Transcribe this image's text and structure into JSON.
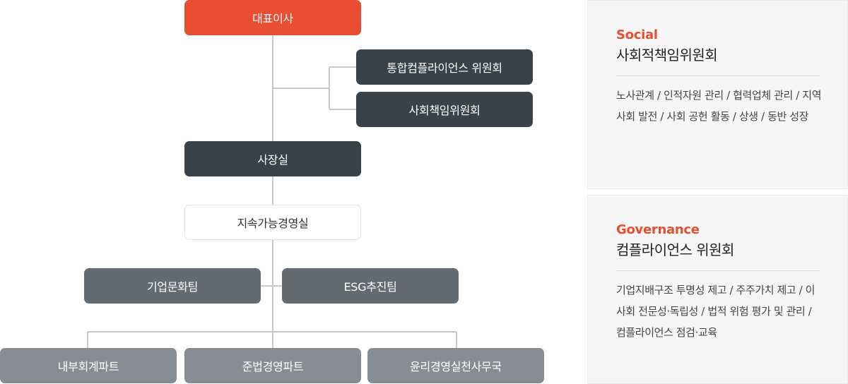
{
  "org_chart": {
    "ceo": "대표이사",
    "compliance_committee": "통합컴플라이언스 위원회",
    "social_committee": "사회책임위원회",
    "president_office": "사장실",
    "sustainability_office": "지속가능경영실",
    "culture_team": "기업문화팀",
    "esg_team": "ESG추진팀",
    "internal_accounting": "내부회계파트",
    "compliance_part": "준법경영파트",
    "ethics_office": "윤리경영실천사무국"
  },
  "colors": {
    "accent": "#e84e2f",
    "dark": "#37424b",
    "medium": "#646a71",
    "light": "#878d93",
    "line": "#c8c8c8"
  },
  "panels": [
    {
      "eyebrow": "Social",
      "title": "사회적책임위원회",
      "description": "노사관계 / 인적자원 관리 / 협력업체 관리 / 지역사회 발전 / 사회 공헌 활동 / 상생 / 동반 성장"
    },
    {
      "eyebrow": "Governance",
      "title": "컴플라이언스 위원회",
      "description": "기업지배구조 투명성 제고 / 주주가치 제고 / 이사회 전문성·독립성 / 법적 위험 평가 및 관리 / 컴플라이언스 점검·교육"
    }
  ]
}
